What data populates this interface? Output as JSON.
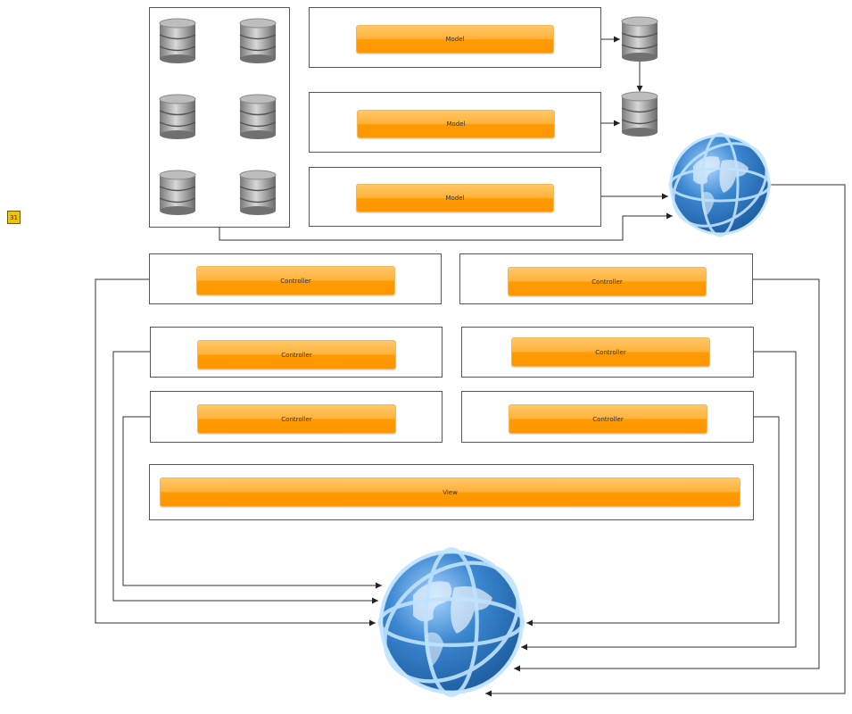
{
  "badge": "31",
  "model_labels": [
    "Model",
    "Model",
    "Model"
  ],
  "controller_labels": [
    "Controller",
    "Controller",
    "Controller",
    "Controller",
    "Controller",
    "Controller"
  ],
  "view_label": "View",
  "colors": {
    "pill_top": "#ffc766",
    "pill_bottom": "#ff9600",
    "border": "#555555",
    "globe": "#3a86d0"
  }
}
